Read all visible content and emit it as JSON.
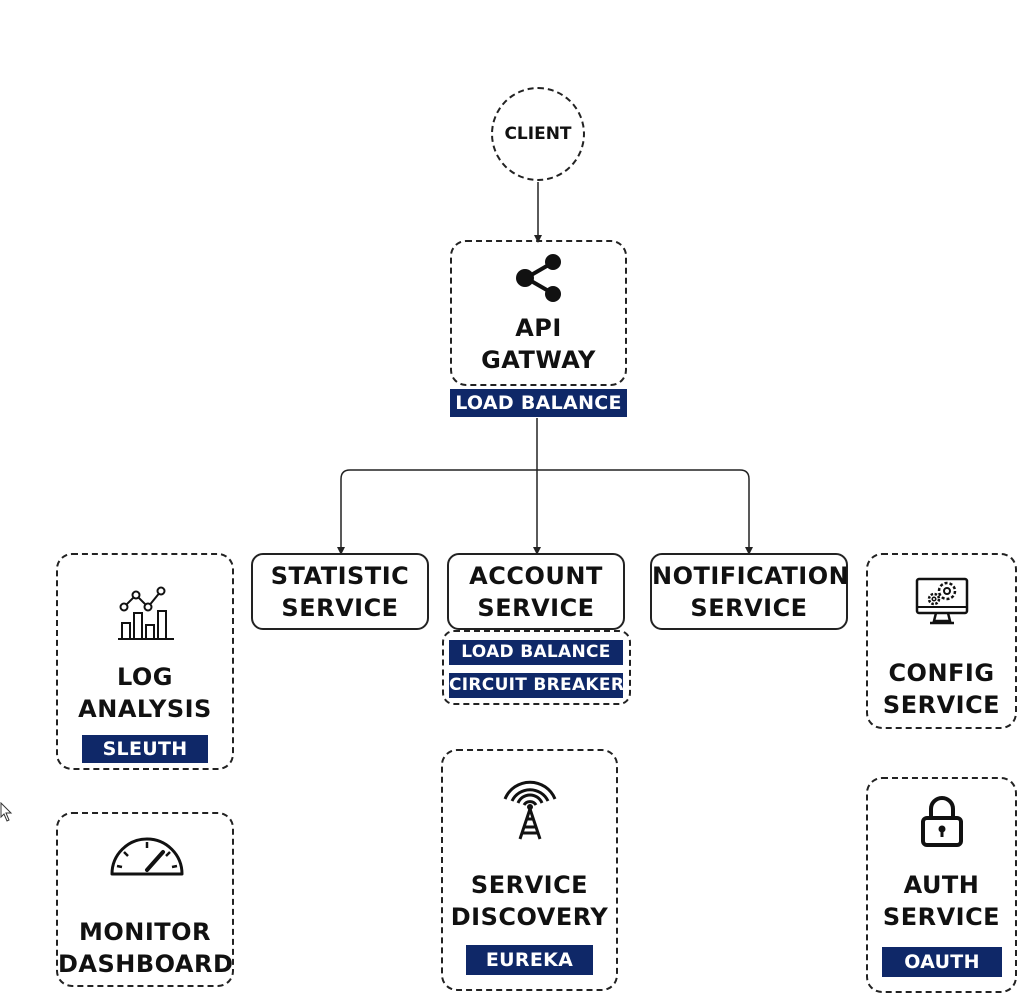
{
  "client": {
    "label": "CLIENT"
  },
  "api_gateway": {
    "title_line1": "API",
    "title_line2": "GATWAY",
    "tag": "LOAD BALANCE",
    "icon": "share-icon"
  },
  "statistic_service": {
    "line1": "STATISTIC",
    "line2": "SERVICE"
  },
  "account_service": {
    "line1": "ACCOUNT",
    "line2": "SERVICE",
    "tags": [
      "LOAD BALANCE",
      "CIRCUIT BREAKER"
    ]
  },
  "notification_service": {
    "line1": "NOTIFICATION",
    "line2": "SERVICE"
  },
  "log_analysis": {
    "line1": "LOG",
    "line2": "ANALYSIS",
    "tag": "SLEUTH",
    "icon": "analytics-chart-icon"
  },
  "monitor_dashboard": {
    "line1": "MONITOR",
    "line2": "DASHBOARD",
    "icon": "speedometer-icon"
  },
  "service_discovery": {
    "line1": "SERVICE",
    "line2": "DISCOVERY",
    "tag": "EUREKA",
    "icon": "antenna-tower-icon"
  },
  "config_service": {
    "line1": "CONFIG",
    "line2": "SERVICE",
    "icon": "monitor-gears-icon"
  },
  "auth_service": {
    "line1": "AUTH",
    "line2": "SERVICE",
    "tag": "OAUTH",
    "icon": "padlock-icon"
  },
  "colors": {
    "tag_background": "#0f2868",
    "tag_text": "#ffffff",
    "stroke": "#222222"
  }
}
